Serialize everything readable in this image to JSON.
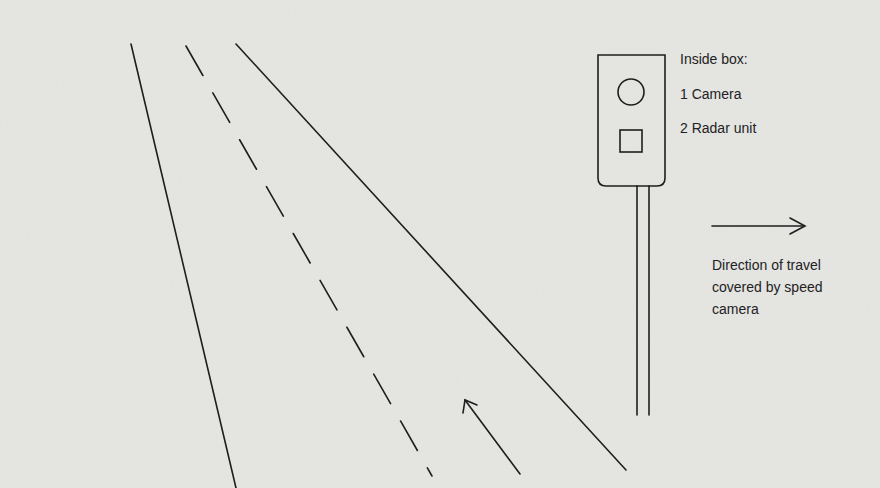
{
  "diagram": {
    "labels": [
      "Inside box:",
      "1 Camera",
      "2 Radar unit",
      "Direction of travel covered by speed camera"
    ]
  }
}
